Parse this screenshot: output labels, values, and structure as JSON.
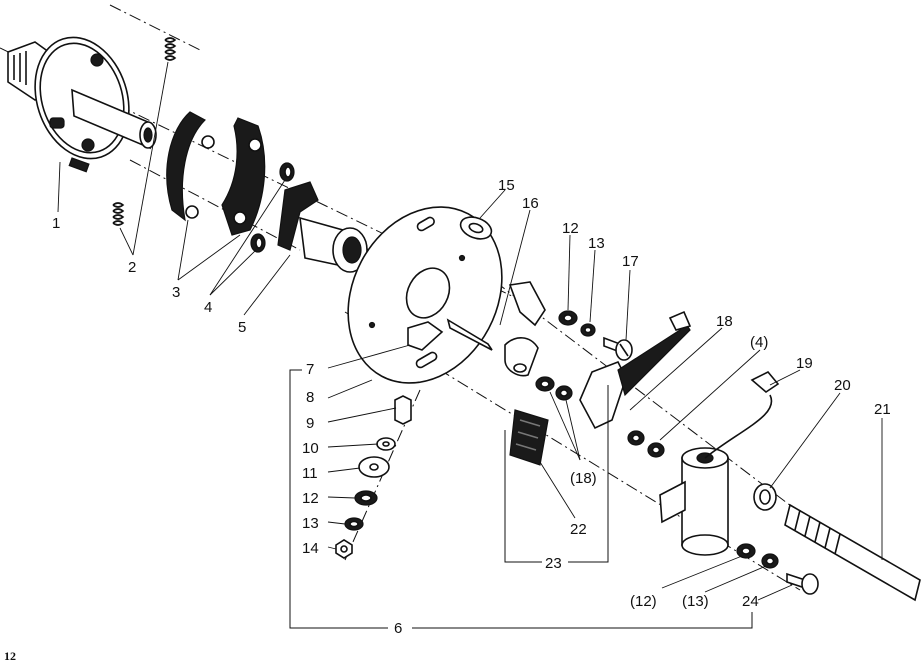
{
  "callouts": {
    "c1": "1",
    "c2": "2",
    "c3": "3",
    "c4": "4",
    "c5": "5",
    "c6": "6",
    "c7": "7",
    "c8": "8",
    "c9": "9",
    "c10": "10",
    "c11": "11",
    "c12a": "12",
    "c13a": "13",
    "c14": "14",
    "c15": "15",
    "c16": "16",
    "c12b": "12",
    "c13b": "13",
    "c17": "17",
    "c18": "18",
    "c4p": "(4)",
    "c19": "19",
    "c20": "20",
    "c21": "21",
    "c18p": "(18)",
    "c22": "22",
    "c23": "23",
    "c12p": "(12)",
    "c13p": "(13)",
    "c24": "24"
  },
  "page_number": "12"
}
